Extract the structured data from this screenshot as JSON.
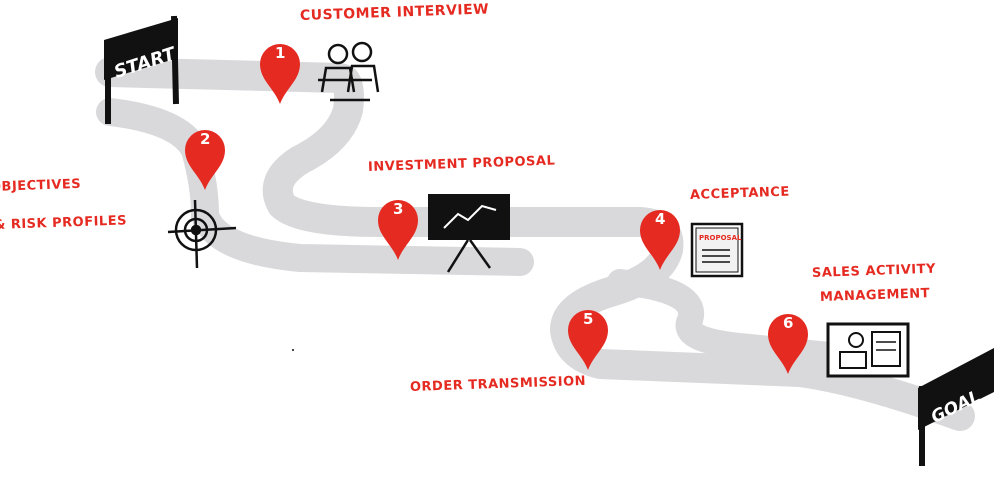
{
  "flags": {
    "start": "START",
    "goal": "GOAL"
  },
  "steps": [
    {
      "number": "1",
      "label": "CUSTOMER INTERVIEW"
    },
    {
      "number": "2",
      "label_line1": "OBJECTIVES",
      "label_line2": "& RISK PROFILES"
    },
    {
      "number": "3",
      "label": "INVESTMENT PROPOSAL"
    },
    {
      "number": "4",
      "label": "ACCEPTANCE",
      "doc_label": "PROPOSAL"
    },
    {
      "number": "5",
      "label": "ORDER TRANSMISSION"
    },
    {
      "number": "6",
      "label_line1": "SALES ACTIVITY",
      "label_line2": "MANAGEMENT"
    }
  ],
  "colors": {
    "accent": "#e52a21",
    "road": "#d9d9db",
    "ink": "#111111"
  },
  "icons": [
    "flag-icon",
    "map-pin-icon",
    "people-icon",
    "target-icon",
    "easel-chart-icon",
    "document-icon",
    "dashboard-icon"
  ]
}
